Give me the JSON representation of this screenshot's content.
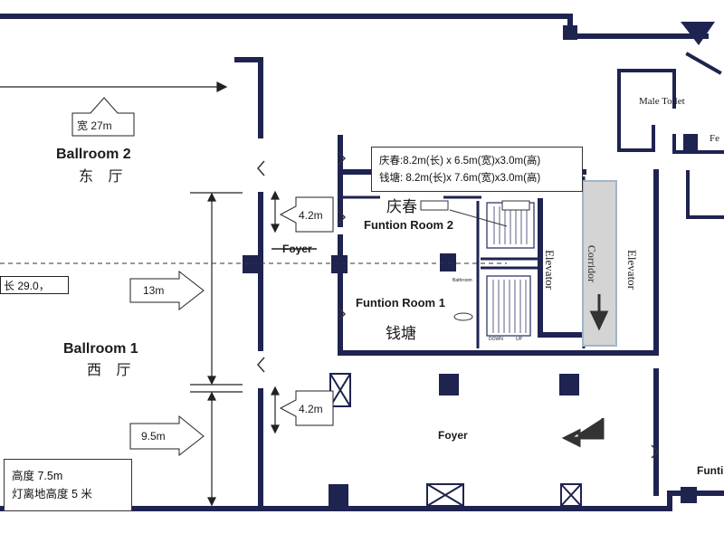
{
  "rooms": {
    "ballroom2_en": "Ballroom 2",
    "ballroom2_cn": "东 厅",
    "ballroom1_en": "Ballroom 1",
    "ballroom1_cn": "西 厅",
    "function_room2_en": "Funtion Room 2",
    "function_room2_cn": "庆春",
    "function_room1_en": "Funtion Room 1",
    "function_room1_cn": "钱塘",
    "foyer_small": "Foyer",
    "foyer_main": "Foyer",
    "male_toilet": "Male Toilet",
    "female_toilet_partial": "Fe",
    "function_right_partial": "Funti",
    "bathroom": "Bathroom",
    "down": "DOWN",
    "up": "UP",
    "elevator_left": "Elevator",
    "elevator_right": "Elevator",
    "corridor": "Corridor"
  },
  "dimensions": {
    "width_label": "宽 27m",
    "length_label": "长 29.0，",
    "b1_height_label": "13m",
    "lower_label": "9.5m",
    "door_upper_label": "4.2m",
    "door_lower_label": "4.2m"
  },
  "info": {
    "line1": "庆春:8.2m(长) x 6.5m(宽)x3.0m(高)",
    "line2": "钱塘: 8.2m(长)x 7.6m(宽)x3.0m(高)"
  },
  "note": {
    "line1": "高度 7.5m",
    "line2": "灯离地高度 5 米"
  },
  "colors": {
    "wall": "#1e2350",
    "corridor_fill": "#d4d4d4",
    "corridor_border": "#9fb6cc",
    "text": "#1b1b1b"
  }
}
